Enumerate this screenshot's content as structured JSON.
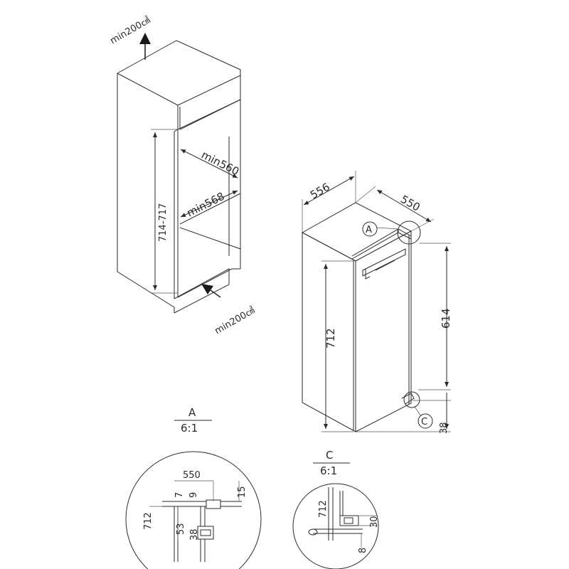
{
  "cabinet": {
    "vent_top_label": "min200㎠",
    "vent_bottom_label": "min200㎠",
    "width_top_label": "min560",
    "width_mid_label": "min568",
    "height_range_label": "714-717"
  },
  "appliance": {
    "depth_label": "556",
    "width_label": "550",
    "total_height_label": "712",
    "door_height_label": "614",
    "bottom_offset_label": "38",
    "callout_a": "A",
    "callout_c": "C"
  },
  "detail_a": {
    "title": "A",
    "scale": "6:1",
    "dim_550": "550",
    "dim_9": "9",
    "dim_7": "7",
    "dim_15": "15",
    "dim_712": "712",
    "dim_53": "53",
    "dim_38": "38"
  },
  "detail_c": {
    "title": "C",
    "scale": "6:1",
    "dim_712": "712",
    "dim_30": "30",
    "dim_8": "8"
  }
}
